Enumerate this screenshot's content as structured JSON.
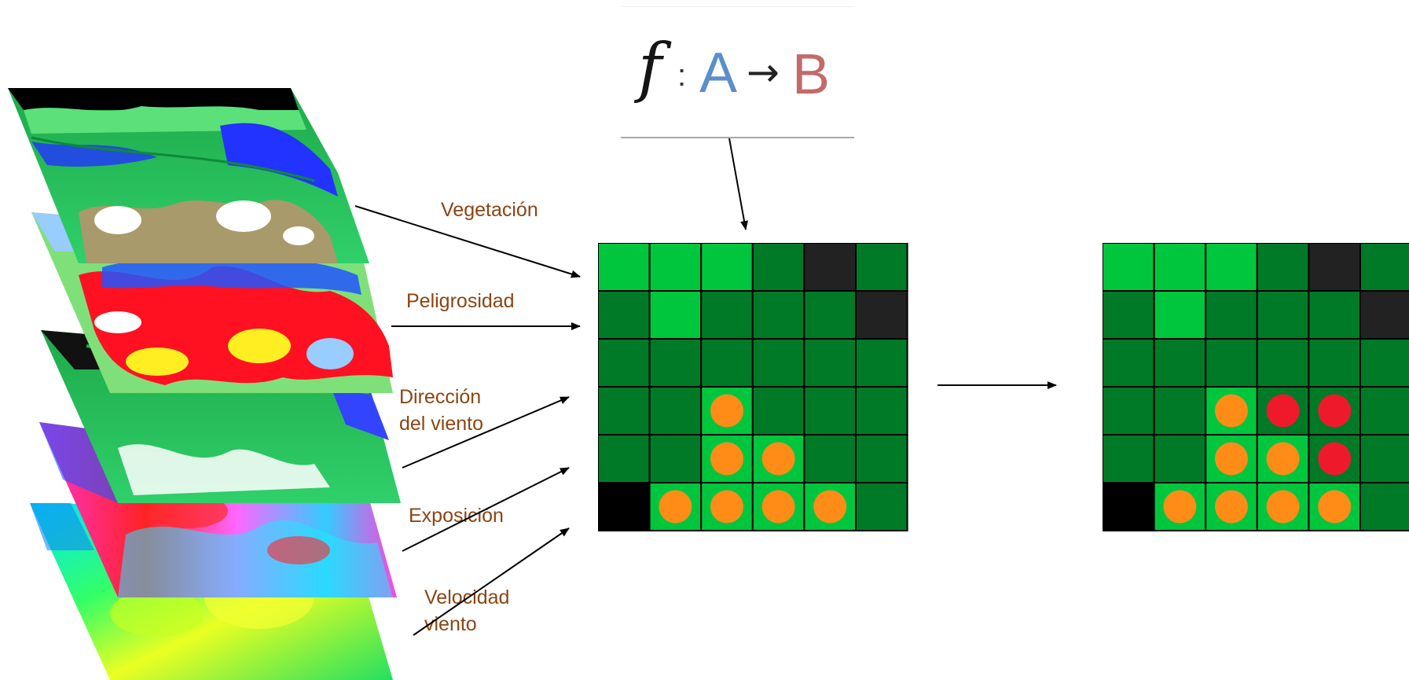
{
  "formula": {
    "f": "f",
    "colon": ":",
    "A": "A",
    "arrow": "→",
    "B": "B"
  },
  "layer_labels": [
    {
      "id": "vegetacion",
      "lines": [
        "Vegetación"
      ]
    },
    {
      "id": "peligrosidad",
      "lines": [
        "Peligrosidad"
      ]
    },
    {
      "id": "direccion",
      "lines": [
        "Dirección",
        "del viento"
      ]
    },
    {
      "id": "exposicion",
      "lines": [
        "Exposición"
      ]
    },
    {
      "id": "velocidad",
      "lines": [
        "Velocidad",
        "viento"
      ]
    }
  ],
  "colors": {
    "label": "#8b4513",
    "dark_green": "#017a28",
    "light_green": "#00c63e",
    "charcoal": "#222222",
    "black": "#000000",
    "orange": "#ff8c16",
    "red": "#ee1a2b",
    "arrow": "#000000"
  },
  "grid_legend": {
    "D": "dark-green-cell",
    "L": "light-green-cell",
    "C": "charcoal-cell",
    "K": "black-cell",
    "O": "burning-cell",
    "R": "new-burning-cell"
  },
  "grid_before": [
    [
      "L",
      "L",
      "L",
      "D",
      "C",
      "D"
    ],
    [
      "D",
      "L",
      "D",
      "D",
      "D",
      "C"
    ],
    [
      "D",
      "D",
      "D",
      "D",
      "D",
      "D"
    ],
    [
      "D",
      "D",
      "O",
      "D",
      "D",
      "D"
    ],
    [
      "D",
      "D",
      "O",
      "O",
      "D",
      "D"
    ],
    [
      "K",
      "O",
      "O",
      "O",
      "O",
      "D"
    ]
  ],
  "grid_after": [
    [
      "L",
      "L",
      "L",
      "D",
      "C",
      "D"
    ],
    [
      "D",
      "L",
      "D",
      "D",
      "D",
      "C"
    ],
    [
      "D",
      "D",
      "D",
      "D",
      "D",
      "D"
    ],
    [
      "D",
      "D",
      "O",
      "R",
      "R",
      "D"
    ],
    [
      "D",
      "D",
      "O",
      "O",
      "R",
      "D"
    ],
    [
      "K",
      "O",
      "O",
      "O",
      "O",
      "D"
    ]
  ]
}
